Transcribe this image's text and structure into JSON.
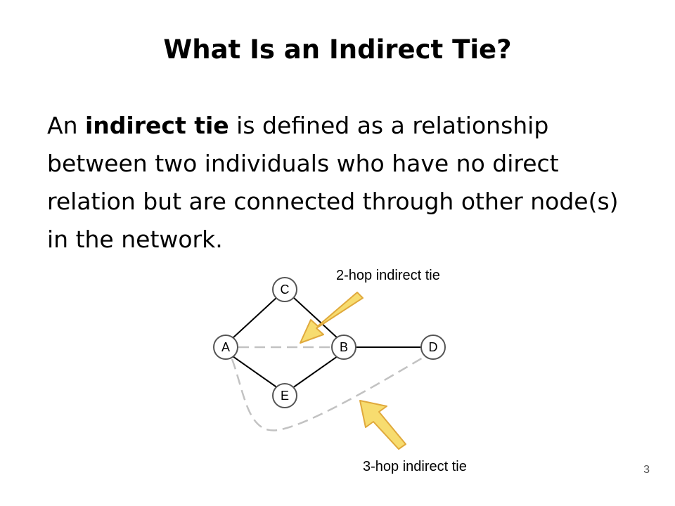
{
  "slide": {
    "title": "What Is an Indirect Tie?",
    "body": {
      "lead": "An ",
      "term": "indirect tie",
      "rest": " is defined as a relationship between two individuals who have no direct relation but are connected through other node(s) in the network."
    },
    "page_number": "3"
  },
  "diagram": {
    "nodes": {
      "a": "A",
      "b": "B",
      "c": "C",
      "d": "D",
      "e": "E"
    },
    "annotations": {
      "two_hop": "2-hop indirect tie",
      "three_hop": "3-hop indirect tie"
    },
    "colors": {
      "arrow_fill": "#f7dc6f",
      "arrow_stroke": "#e0a93c",
      "dashed_tie": "#c2c2c2",
      "direct_tie": "#000000"
    }
  }
}
